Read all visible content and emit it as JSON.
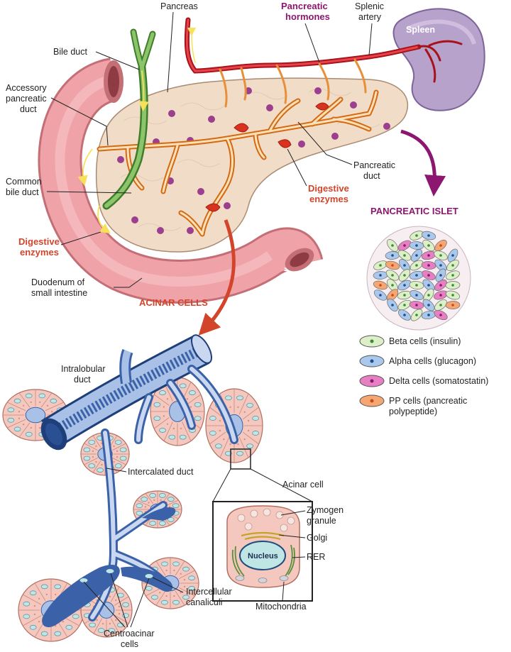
{
  "labels": {
    "pancreas": "Pancreas",
    "pancreatic_hormones_1": "Pancreatic",
    "pancreatic_hormones_2": "hormones",
    "splenic_artery_1": "Splenic",
    "splenic_artery_2": "artery",
    "spleen": "Spleen",
    "bile_duct": "Bile duct",
    "accessory_duct_1": "Accessory",
    "accessory_duct_2": "pancreatic",
    "accessory_duct_3": "duct",
    "pancreatic_duct_1": "Pancreatic",
    "pancreatic_duct_2": "duct",
    "common_bile_duct_1": "Common",
    "common_bile_duct_2": "bile duct",
    "digestive_enzymes_center_1": "Digestive",
    "digestive_enzymes_center_2": "enzymes",
    "digestive_enzymes_left_1": "Digestive",
    "digestive_enzymes_left_2": "enzymes",
    "duodenum_1": "Duodenum of",
    "duodenum_2": "small intestine",
    "acinar_cells": "ACINAR CELLS",
    "pancreatic_islet": "PANCREATIC ISLET",
    "intralobular_duct_1": "Intralobular",
    "intralobular_duct_2": "duct",
    "intercalated_duct": "Intercalated duct",
    "acinar_cell": "Acinar cell",
    "zymogen_granule_1": "Zymogen",
    "zymogen_granule_2": "granule",
    "golgi": "Golgi",
    "nucleus": "Nucleus",
    "rer": "RER",
    "mitochondria": "Mitochondria",
    "intercellular_canaliculi_1": "Intercellular",
    "intercellular_canaliculi_2": "canaliculi",
    "centroacinar_cells_1": "Centroacinar",
    "centroacinar_cells_2": "cells"
  },
  "legend": [
    {
      "lines": [
        "Beta cells (insulin)"
      ],
      "color": "#dcefc6",
      "dot": "#3a8a3a"
    },
    {
      "lines": [
        "Alpha cells (glucagon)"
      ],
      "color": "#a9c8ec",
      "dot": "#1f4e8c"
    },
    {
      "lines": [
        "Delta cells (somatostatin)"
      ],
      "color": "#e77fc3",
      "dot": "#8c1670"
    },
    {
      "lines": [
        "PP cells (pancreatic",
        "polypeptide)"
      ],
      "color": "#f6a673",
      "dot": "#c84b1a"
    }
  ],
  "colors": {
    "pancreas": "#f1dcc8",
    "duodenum": "#efa3a9",
    "bile_duct": "#6aa84f",
    "artery": "#d8232a",
    "pancreatic_duct": "#f39c3b",
    "spleen": "#b7a2cc",
    "islet_dot": "#9c3f8e",
    "acinar_duct": "#3b62a8",
    "acinar_cell": "#f4c8bf"
  }
}
